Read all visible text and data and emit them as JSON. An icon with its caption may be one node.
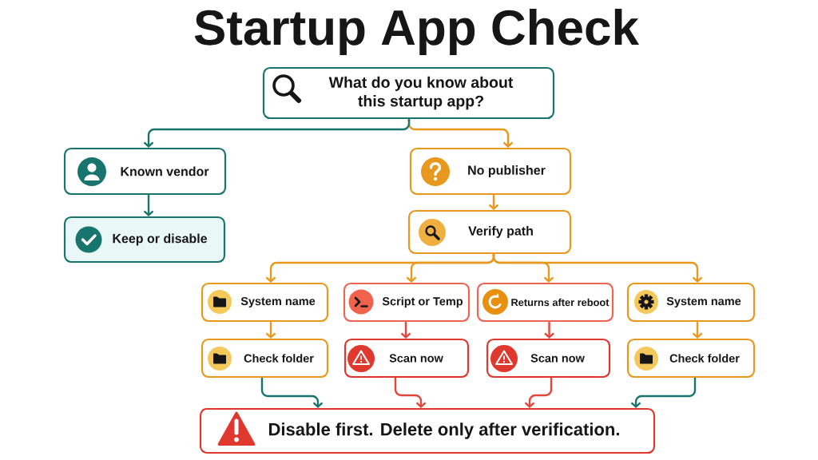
{
  "diagram": {
    "title": "Startup App Check",
    "nodes": [
      {
        "text": [
          "What do you know about this startup app?"
        ]
      },
      {
        "text": [
          "Known vendor"
        ]
      },
      {
        "text": [
          "Keep or disable"
        ]
      },
      {
        "text": [
          "No publisher"
        ]
      },
      {
        "text": [
          "Verify path"
        ]
      },
      {
        "text": [
          "System name"
        ]
      },
      {
        "text": [
          "Script or Temp"
        ]
      },
      {
        "text": [
          "Returns after reboot"
        ]
      },
      {
        "text": [
          "System name"
        ]
      },
      {
        "text": [
          "Check folder"
        ]
      },
      {
        "text": [
          "Scan now"
        ]
      },
      {
        "text": [
          "Scan now"
        ]
      },
      {
        "text": [
          "Check folder"
        ]
      },
      {
        "text": [
          "Disable first. Delete only after verification."
        ]
      }
    ],
    "edges": [
      {
        "from": 0,
        "to": 1,
        "arrow": "to",
        "color": "#17756d"
      },
      {
        "from": 0,
        "to": 3,
        "arrow": "to"
      },
      {
        "from": 1,
        "to": 2,
        "arrow": "to",
        "color": "#17756d"
      },
      {
        "from": 3,
        "to": 4,
        "arrow": "to"
      },
      {
        "from": 4,
        "to": 5,
        "arrow": "to"
      },
      {
        "from": 4,
        "to": 6,
        "arrow": "to"
      },
      {
        "from": 4,
        "to": 7,
        "arrow": "to"
      },
      {
        "from": 4,
        "to": 8,
        "arrow": "to"
      },
      {
        "from": 5,
        "to": 9,
        "arrow": "to"
      },
      {
        "from": 6,
        "to": 10,
        "arrow": "to",
        "color": "#e2463a"
      },
      {
        "from": 7,
        "to": 11,
        "arrow": "to",
        "color": "#e2463a"
      },
      {
        "from": 8,
        "to": 12,
        "arrow": "to"
      },
      {
        "from": 9,
        "to": 13,
        "arrow": "to",
        "color": "#17756d"
      },
      {
        "from": 10,
        "to": 13,
        "arrow": "to",
        "color": "#e2463a"
      },
      {
        "from": 11,
        "to": 13,
        "arrow": "to",
        "color": "#e2463a"
      },
      {
        "from": 12,
        "to": 13,
        "arrow": "to",
        "color": "#17756d"
      }
    ]
  }
}
